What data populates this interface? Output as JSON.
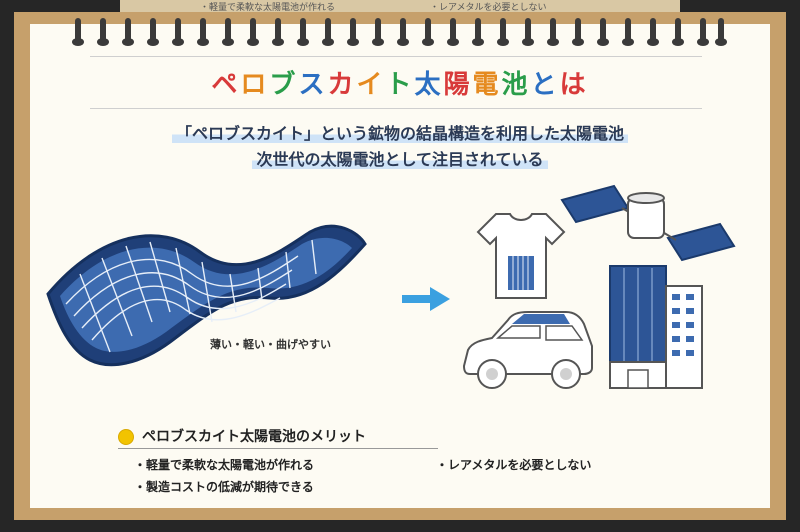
{
  "top_strip": {
    "left_text": "・軽量で柔軟な太陽電池が作れる",
    "right_text": "・レアメタルを必要としない"
  },
  "title": {
    "chars": [
      {
        "ch": "ペ",
        "color": "#d83a3a"
      },
      {
        "ch": "ロ",
        "color": "#e58a1f"
      },
      {
        "ch": "ブ",
        "color": "#2a9d4a"
      },
      {
        "ch": "ス",
        "color": "#2b6fc2"
      },
      {
        "ch": "カ",
        "color": "#d83a3a"
      },
      {
        "ch": "イ",
        "color": "#e58a1f"
      },
      {
        "ch": "ト",
        "color": "#2a9d4a"
      },
      {
        "ch": "太",
        "color": "#2b6fc2"
      },
      {
        "ch": "陽",
        "color": "#d83a3a"
      },
      {
        "ch": "電",
        "color": "#e58a1f"
      },
      {
        "ch": "池",
        "color": "#2a9d4a"
      },
      {
        "ch": "と",
        "color": "#2b6fc2"
      },
      {
        "ch": "は",
        "color": "#d83a3a"
      }
    ]
  },
  "subtitle": {
    "line1": "「ペロブスカイト」という鉱物の結晶構造を利用した太陽電池",
    "line2": "次世代の太陽電池として注目されている"
  },
  "panel_caption": "薄い・軽い・曲げやすい",
  "merits": {
    "heading": "ペロブスカイト太陽電池のメリット",
    "item1": "・軽量で柔軟な太陽電池が作れる",
    "item2": "・レアメタルを必要としない",
    "item3": "・製造コストの低減が期待できる"
  },
  "colors": {
    "panel": "#1f3f78",
    "panel_light": "#3d6bb0",
    "arrow": "#3ba0e0",
    "frame": "#c6a06b"
  }
}
